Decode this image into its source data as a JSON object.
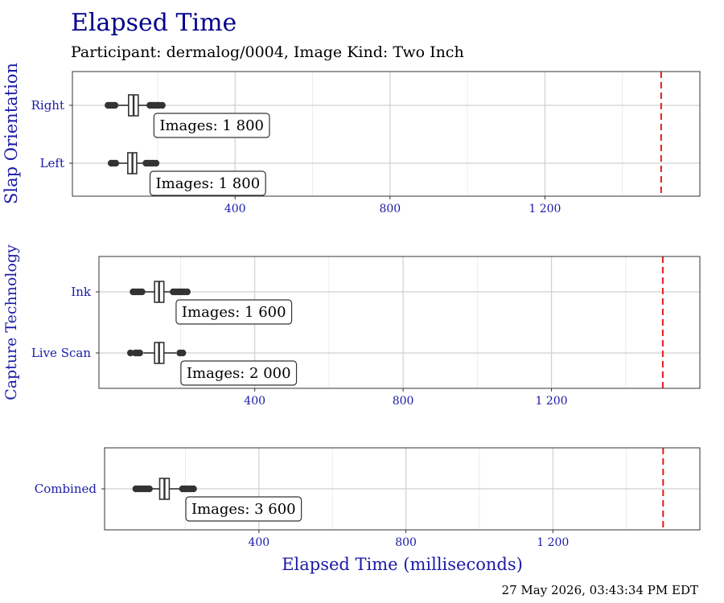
{
  "chart_data": {
    "type": "boxplot",
    "title": "Elapsed Time",
    "subtitle": "Participant: dermalog/0004, Image Kind: Two Inch",
    "xlabel": "Elapsed Time (milliseconds)",
    "xlim": [
      -20,
      1600
    ],
    "xticks": [
      400,
      800,
      1200
    ],
    "xtick_labels": [
      "400",
      "800",
      "1 200"
    ],
    "reference_line": {
      "x": 1500,
      "color": "#e41a1c",
      "style": "dashed"
    },
    "grid": true,
    "caption": "27 May 2026, 03:43:34 PM EDT",
    "panels": [
      {
        "ylabel": "Slap Orientation",
        "categories": [
          "Right",
          "Left"
        ],
        "boxes": [
          {
            "category": "Right",
            "whisker_low": 95,
            "q1": 125,
            "median": 138,
            "q3": 150,
            "whisker_high": 178,
            "outliers": [
              72,
              78,
              84,
              90,
              180,
              186,
              192,
              198,
              204,
              212
            ],
            "label": "Images: 1 800"
          },
          {
            "category": "Left",
            "whisker_low": 95,
            "q1": 123,
            "median": 135,
            "q3": 146,
            "whisker_high": 168,
            "outliers": [
              80,
              86,
              92,
              170,
              176,
              182,
              188,
              196
            ],
            "label": "Images: 1 800"
          }
        ]
      },
      {
        "ylabel": "Capture Technology",
        "categories": [
          "Ink",
          "Live Scan"
        ],
        "boxes": [
          {
            "category": "Ink",
            "whisker_low": 100,
            "q1": 130,
            "median": 142,
            "q3": 155,
            "whisker_high": 175,
            "outliers": [
              72,
              78,
              84,
              90,
              96,
              180,
              186,
              192,
              198,
              204,
              210,
              218
            ],
            "label": "Images: 1 600"
          },
          {
            "category": "Live Scan",
            "whisker_low": 100,
            "q1": 130,
            "median": 142,
            "q3": 155,
            "whisker_high": 188,
            "outliers": [
              65,
              78,
              84,
              90,
              198,
              206
            ],
            "label": "Images: 2 000"
          }
        ]
      },
      {
        "ylabel": "",
        "categories": [
          "Combined"
        ],
        "boxes": [
          {
            "category": "Combined",
            "whisker_low": 108,
            "q1": 130,
            "median": 143,
            "q3": 156,
            "whisker_high": 188,
            "outliers": [
              65,
              72,
              78,
              84,
              90,
              96,
              102,
              192,
              198,
              204,
              210,
              216,
              222
            ],
            "label": "Images: 3 600"
          }
        ]
      }
    ]
  }
}
